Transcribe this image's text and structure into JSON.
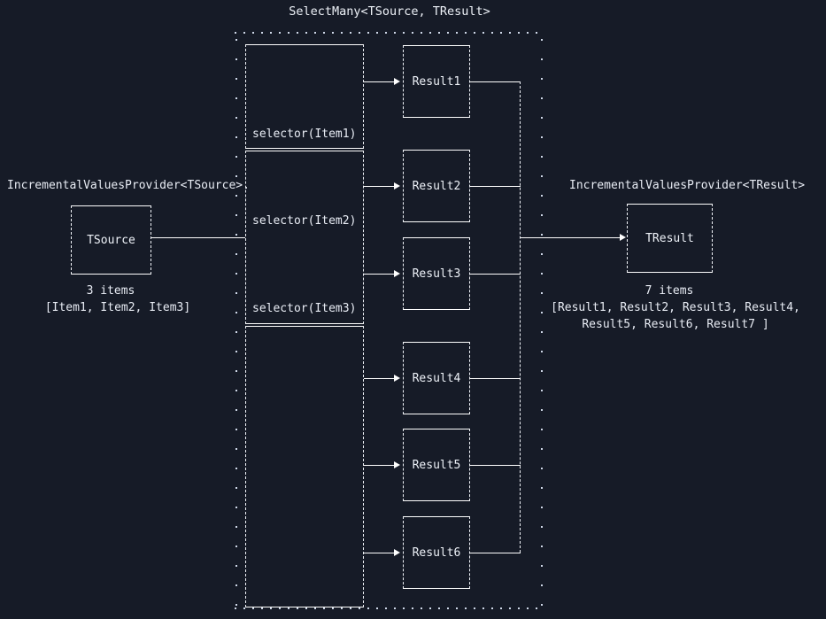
{
  "diagram": {
    "title": "SelectMany<TSource, TResult>",
    "background_color": "#161b27",
    "stroke_color": "#ffffff",
    "text_color": "#e9edf5",
    "type": "dataflow"
  },
  "input": {
    "provider_label": "IncrementalValuesProvider<TSource>.",
    "node_label": "TSource",
    "count_label": "3 items",
    "items_label": "[Item1, Item2, Item3]",
    "items": [
      "Item1",
      "Item2",
      "Item3"
    ],
    "count": 3
  },
  "output": {
    "provider_label": "IncrementalValuesProvider<TResult>",
    "node_label": "TResult",
    "count_label": "7 items",
    "items_label_line1": "[Result1, Result2, Result3, Result4,",
    "items_label_line2": "Result5, Result6, Result7 ]",
    "items": [
      "Result1",
      "Result2",
      "Result3",
      "Result4",
      "Result5",
      "Result6",
      "Result7"
    ],
    "count": 7
  },
  "selectors": [
    {
      "label": "selector(Item1)",
      "source": "Item1",
      "produces": [
        "Result1",
        "Result2"
      ]
    },
    {
      "label": "selector(Item2)",
      "source": "Item2",
      "produces": [
        "Result2",
        "Result3"
      ]
    },
    {
      "label": "selector(Item3)",
      "source": "Item3",
      "produces": [
        "Result4",
        "Result5",
        "Result6"
      ]
    }
  ],
  "results": [
    {
      "label": "Result1"
    },
    {
      "label": "Result2"
    },
    {
      "label": "Result3"
    },
    {
      "label": "Result4"
    },
    {
      "label": "Result5"
    },
    {
      "label": "Result6"
    }
  ]
}
